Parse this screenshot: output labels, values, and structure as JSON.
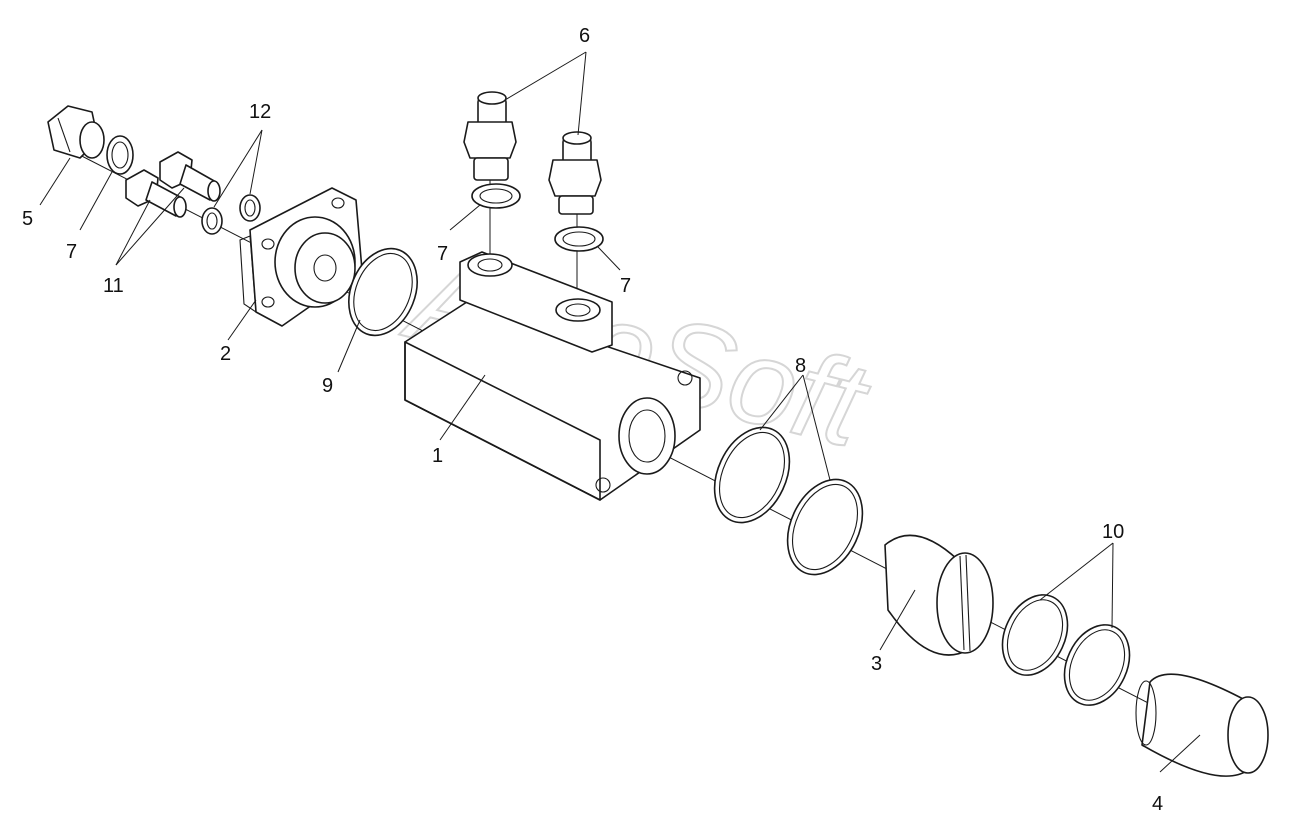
{
  "watermark": "AutoSoft",
  "labels": {
    "l1": "1",
    "l2": "2",
    "l3": "3",
    "l4": "4",
    "l5": "5",
    "l6": "6",
    "l7a": "7",
    "l7b": "7",
    "l7c": "7",
    "l8": "8",
    "l9": "9",
    "l10": "10",
    "l11": "11",
    "l12": "12"
  },
  "colors": {
    "line": "#1a1a1a",
    "watermark": "#d6d6d6",
    "background": "#ffffff"
  }
}
